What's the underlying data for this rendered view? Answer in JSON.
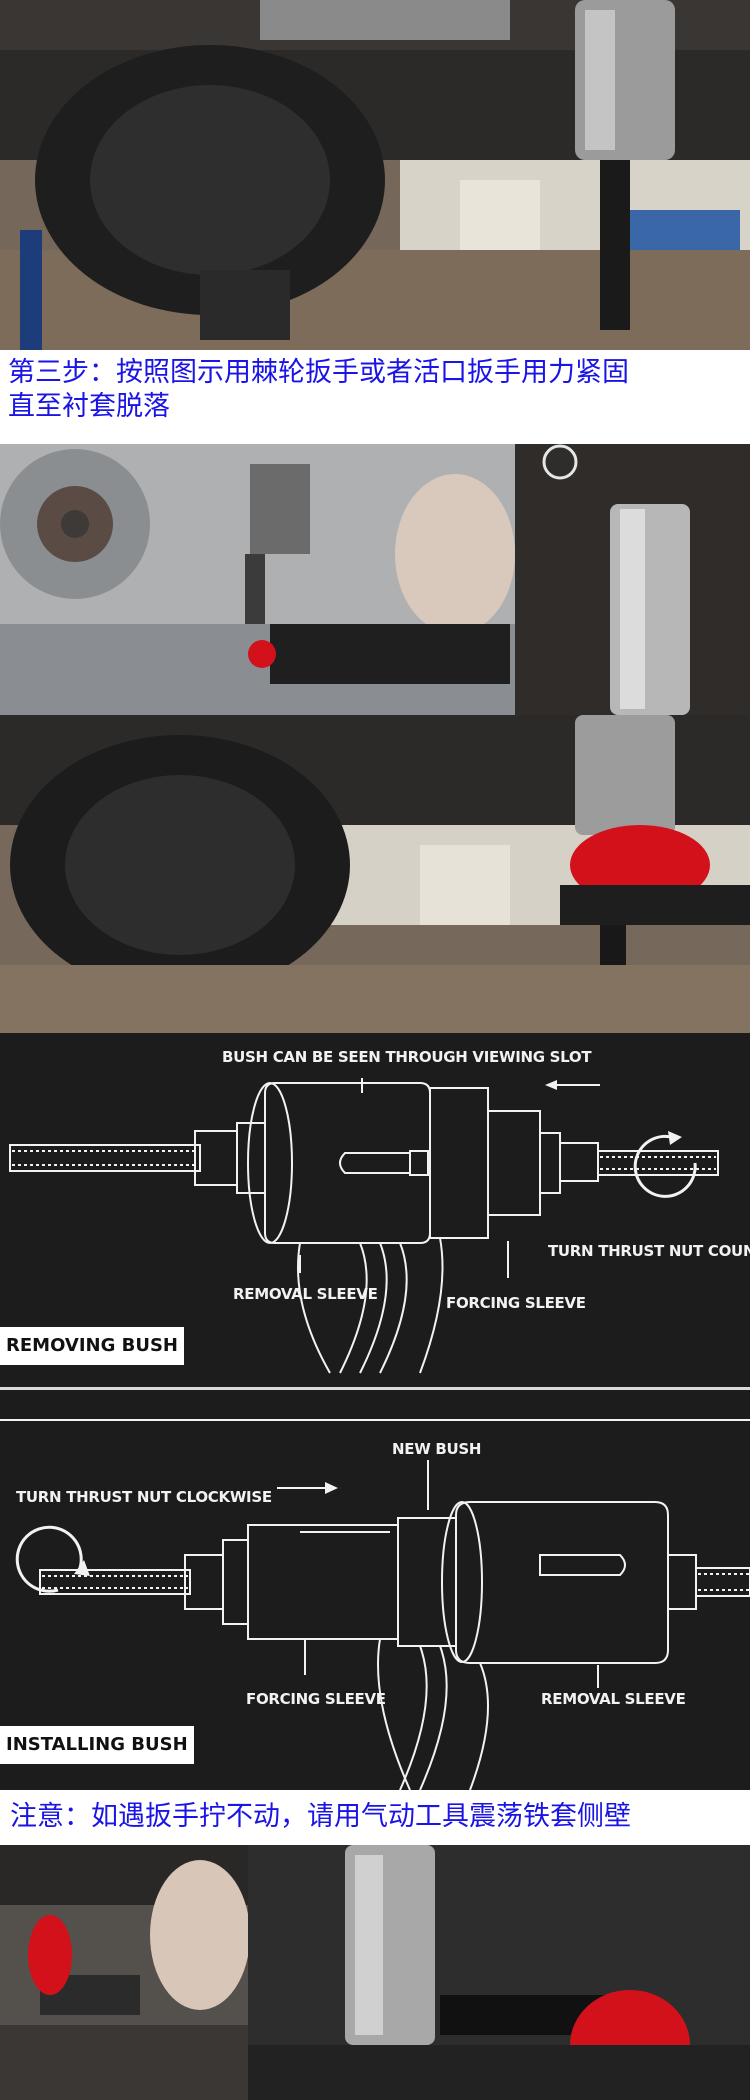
{
  "captions": {
    "step3_line1": "第三步：按照图示用棘轮扳手或者活口扳手用力紧固",
    "step3_line2": "直至衬套脱落",
    "note": "注意：如遇扳手拧不动，请用气动工具震荡铁套侧壁"
  },
  "removing_diagram": {
    "label_viewing_slot": "BUSH CAN BE SEEN THROUGH VIEWING SLOT",
    "label_removal_sleeve": "REMOVAL SLEEVE",
    "label_forcing_sleeve": "FORCING SLEEVE",
    "label_turn_nut": "TURN THRUST NUT COUNTERCL",
    "tag": "REMOVING BUSH"
  },
  "installing_diagram": {
    "label_new_bush": "NEW BUSH",
    "label_turn_nut": "TURN THRUST NUT CLOCKWISE",
    "label_forcing_sleeve": "FORCING SLEEVE",
    "label_removal_sleeve": "REMOVAL SLEEVE",
    "tag": "INSTALLING BUSH"
  },
  "colors": {
    "caption_text": "#1a14e6",
    "diagram_bg": "#1c1c1c",
    "line": "#f2f2f2",
    "glove_red": "#d3111b"
  }
}
